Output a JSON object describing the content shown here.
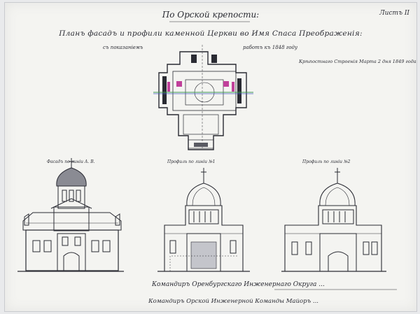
{
  "header": {
    "title": "По Орской крепости:",
    "subtitle": "Планъ фасадъ и профили каменной Церкви во Имя Спаса Преображенія:",
    "sheet": "Листъ II",
    "with_label": "съ показаніемъ",
    "works_label": "работъ къ 1848 году",
    "note": "Крѣпостнаго Строенія Марта 2 дня 1849 года"
  },
  "drawings": [
    {
      "label": "Фасадъ по линіи А. В."
    },
    {
      "label": "Профиль по линіи №1"
    },
    {
      "label": "Профиль по линіи №2"
    }
  ],
  "signatures": {
    "line1": "Командиръ Оренбургскаго Инженернаго Округа ...",
    "line2": "Командиръ Орской Инженерной Команды Майоръ ..."
  },
  "colors": {
    "ink": "#2a2b33",
    "paper": "#f4f4f1",
    "plan_magenta": "#c0409a",
    "plan_green": "#3f9a55",
    "plan_blue": "#4a5fc0"
  }
}
